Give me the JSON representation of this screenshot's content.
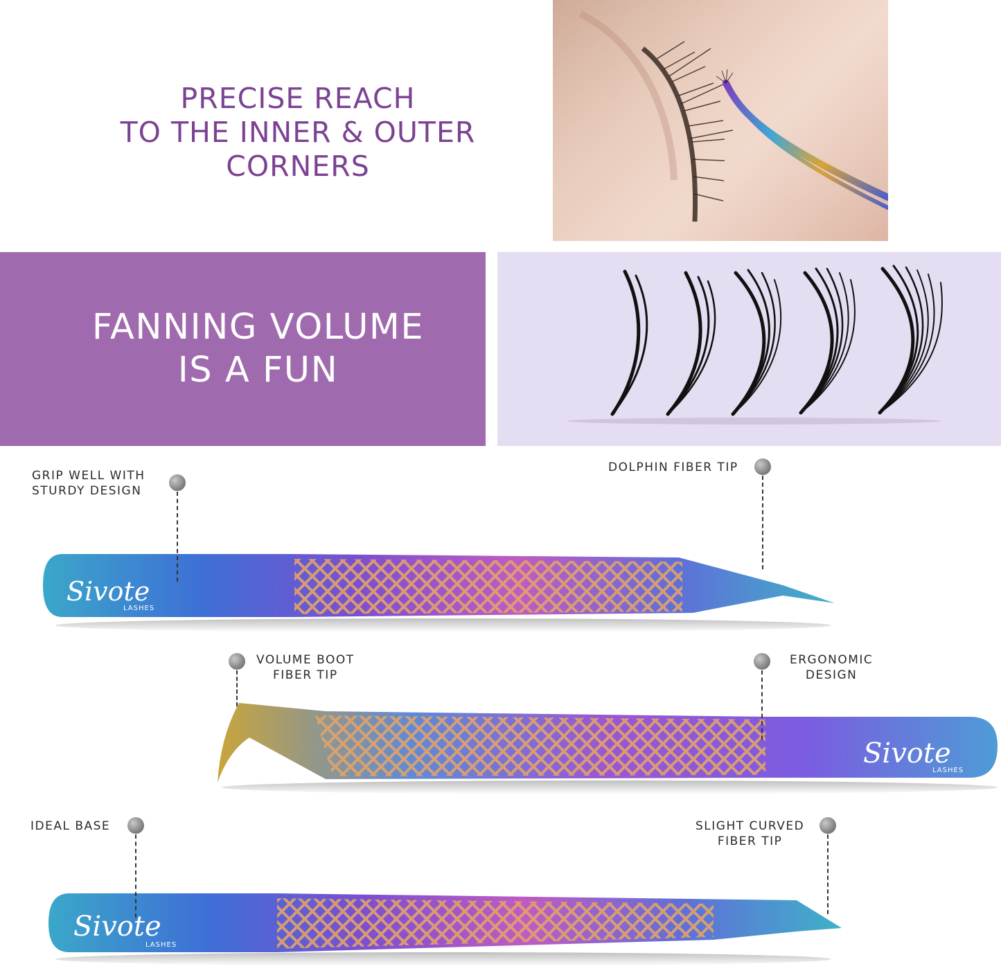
{
  "top": {
    "headline_lines": [
      "PRECISE REACH",
      "TO THE INNER & OUTER",
      "CORNERS"
    ]
  },
  "banner": {
    "headline_lines": [
      "FANNING VOLUME",
      "IS A FUN"
    ],
    "color": "#a06aae",
    "panel_color": "#e5def3"
  },
  "labels": {
    "grip": "GRIP WELL WITH\nSTURDY DESIGN",
    "dolphin": "DOLPHIN FIBER TIP",
    "volume_boot": "VOLUME BOOT\nFIBER TIP",
    "ergonomic": "ERGONOMIC\nDESIGN",
    "ideal_base": "IDEAL BASE",
    "slight_curved": "SLIGHT CURVED\nFIBER TIP"
  },
  "brand": {
    "name": "Sivote",
    "sub": "LASHES"
  },
  "colors": {
    "headline_purple": "#7b4293",
    "label_text": "#2a2a2a"
  }
}
